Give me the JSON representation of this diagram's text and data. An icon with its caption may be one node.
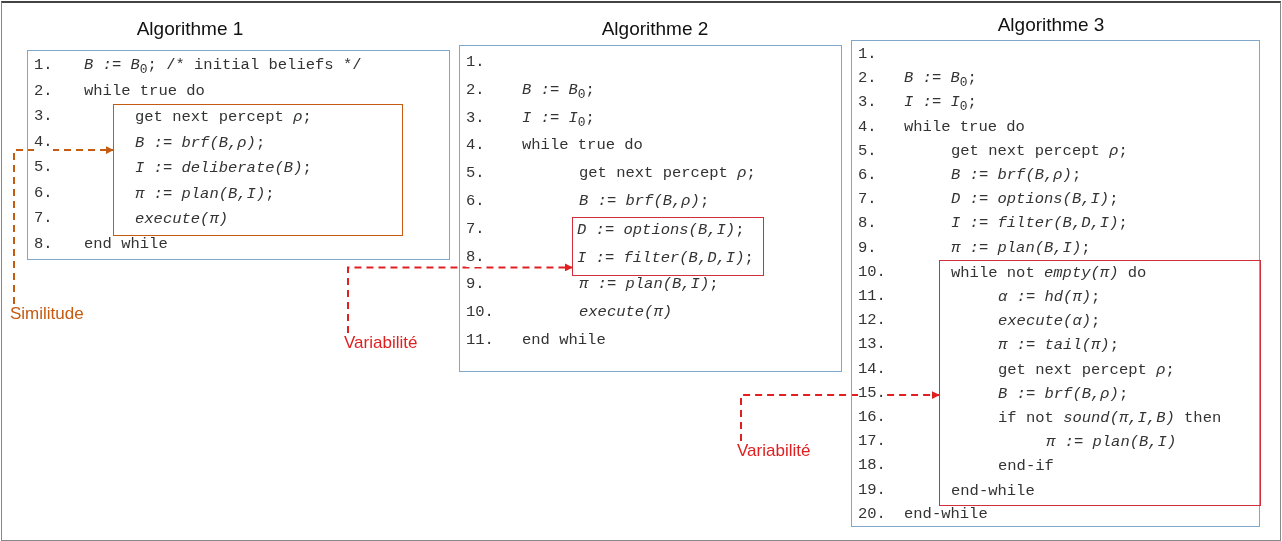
{
  "diagram": {
    "nodes": [
      {
        "text": [
          "Algorithme 1",
          "1.",
          "*B := B*$_{0}$; /* initial beliefs */",
          "2.",
          "while true do",
          "3.",
          "4.",
          "5.",
          "6.",
          "7.",
          "8.",
          "end while"
        ]
      },
      {
        "text": [
          "get next percept *ρ*;",
          "*B := brf(B,ρ)*;",
          "*I := deliberate(B)*;",
          "*π := plan(B,I)*;",
          "*execute(π)*"
        ],
        "in": 0
      },
      {
        "text": [
          "Algorithme 2",
          "1.",
          "2.",
          "*B := B*$_{0}$;",
          "3.",
          "*I := I*$_{0}$;",
          "4.",
          "while true do",
          "5.",
          "get next percept *ρ*;",
          "6.",
          "*B := brf(B,ρ)*;",
          "7.",
          "8.",
          "9.",
          "*π := plan(B,I)*;",
          "10.",
          "*execute(π)*",
          "11.",
          "end while"
        ]
      },
      {
        "text": [
          "*D := options(B,I)*;",
          "*I := filter(B,D,I)*;"
        ],
        "in": 2
      },
      {
        "text": [
          "Algorithme 3",
          "1.",
          "2.",
          "*B := B*$_{0}$;",
          "3.",
          "*I := I*$_{0}$;",
          "4.",
          "while true do",
          "5.",
          "get next percept *ρ*;",
          "6.",
          "*B := brf(B,ρ)*;",
          "7.",
          "*D := options(B,I)*;",
          "8.",
          "*I := filter(B,D,I)*;",
          "9.",
          "*π := plan(B,I)*;",
          "10.",
          "11.",
          "12.",
          "13.",
          "14.",
          "15.",
          "16.",
          "17.",
          "18.",
          "19.",
          "20.",
          "end-while"
        ]
      },
      {
        "text": [
          "while not *empty(π)* do",
          "*α := hd(π)*;",
          "*execute(α)*;",
          "*π := tail(π)*;",
          "get next percept *ρ*;",
          "*B := brf(B,ρ)*;",
          "if not *sound(π,I,B)* then",
          "*π := plan(B,I)*",
          "end-if",
          "end-while"
        ],
        "in": 4
      },
      {
        "text": [
          "Similitude"
        ]
      },
      {
        "text": [
          "Variabilité"
        ]
      },
      {
        "text": [
          "Variabilité"
        ]
      }
    ],
    "edges": [
      {
        "from": 6,
        "to": 1,
        "arrow": "to",
        "style": "dashed",
        "color": "#c55a11"
      },
      {
        "from": 7,
        "to": 3,
        "arrow": "to",
        "style": "dashed"
      },
      {
        "from": 8,
        "to": 5,
        "arrow": "to",
        "style": "dashed"
      }
    ]
  }
}
